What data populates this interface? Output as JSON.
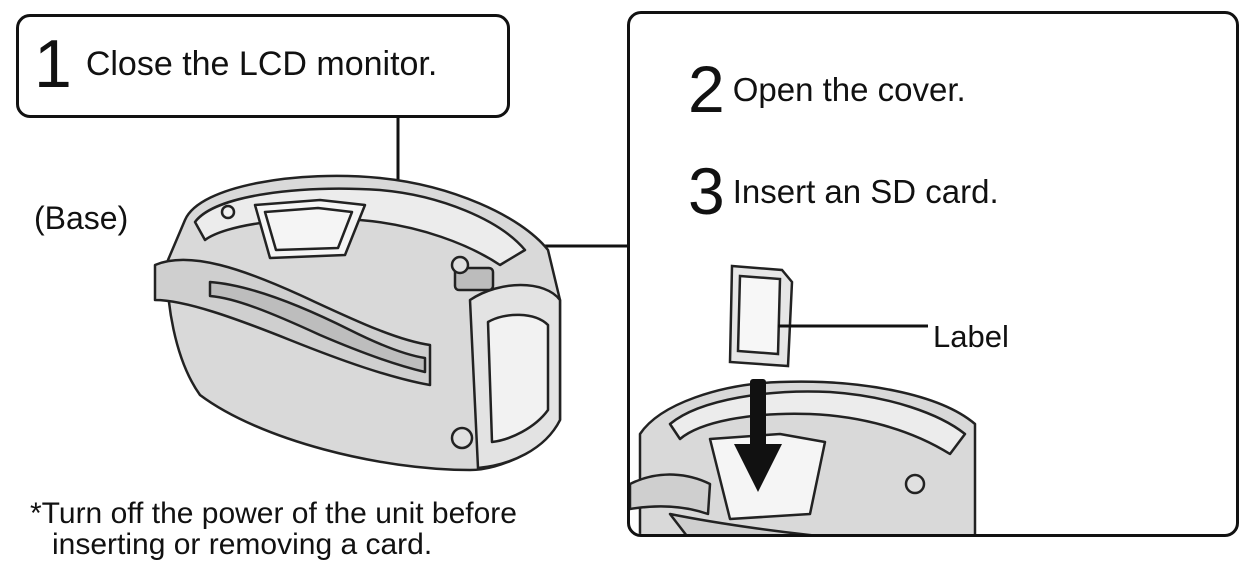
{
  "step1": {
    "number": "1",
    "text": "Close the LCD monitor."
  },
  "step2": {
    "number": "2",
    "text": "Open the cover."
  },
  "step3": {
    "number": "3",
    "text": "Insert an SD card."
  },
  "base_label": "(Base)",
  "card_label": "Label",
  "note": {
    "line1": "*Turn off the power of the unit before",
    "line2": "inserting or removing a card."
  }
}
